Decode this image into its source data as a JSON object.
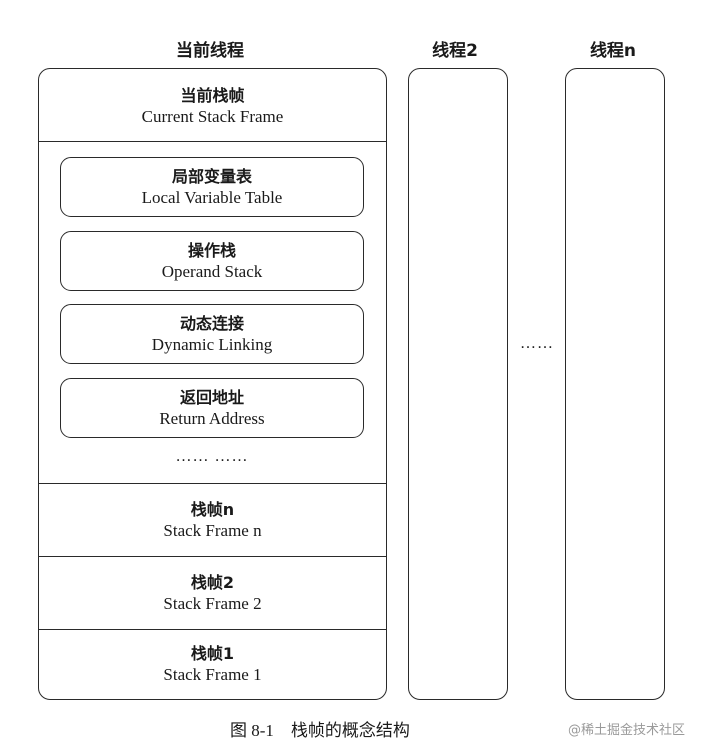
{
  "columns": {
    "current_thread": "当前线程",
    "thread2": "线程2",
    "threadn": "线程n"
  },
  "current_frame": {
    "zh": "当前栈帧",
    "en": "Current Stack Frame"
  },
  "frame_parts": [
    {
      "zh": "局部变量表",
      "en": "Local Variable Table"
    },
    {
      "zh": "操作栈",
      "en": "Operand Stack"
    },
    {
      "zh": "动态连接",
      "en": "Dynamic Linking"
    },
    {
      "zh": "返回地址",
      "en": "Return Address"
    }
  ],
  "inner_ellipsis": "…… ……",
  "between_threads_ellipsis": "……",
  "stack_frames": [
    {
      "zh": "栈帧n",
      "en": "Stack Frame n"
    },
    {
      "zh": "栈帧2",
      "en": "Stack Frame 2"
    },
    {
      "zh": "栈帧1",
      "en": "Stack Frame 1"
    }
  ],
  "caption": "图 8-1    栈帧的概念结构",
  "watermark": "@稀土掘金技术社区"
}
